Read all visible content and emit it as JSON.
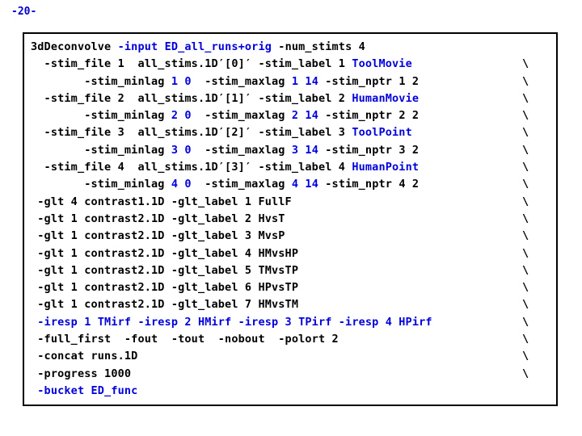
{
  "page": {
    "number_label": "-20-",
    "accent_color": "#0000dd",
    "text_color": "#000000",
    "background_color": "#ffffff"
  },
  "code_block": {
    "continuation_marker": "\\",
    "lines": [
      {
        "has_continuation": false,
        "segments": [
          {
            "t": "3dDeconvolve ",
            "c": "n"
          },
          {
            "t": "-input ED_all_runs+orig",
            "c": "k"
          },
          {
            "t": " -num_stimts 4",
            "c": "n"
          }
        ]
      },
      {
        "has_continuation": true,
        "segments": [
          {
            "t": "  -stim_file 1  all_stims.1D′[0]′ -stim_label 1 ",
            "c": "n"
          },
          {
            "t": "ToolMovie",
            "c": "k"
          }
        ]
      },
      {
        "has_continuation": true,
        "segments": [
          {
            "t": "        -stim_minlag ",
            "c": "n"
          },
          {
            "t": "1 0",
            "c": "k"
          },
          {
            "t": "  -stim_maxlag ",
            "c": "n"
          },
          {
            "t": "1 14",
            "c": "k"
          },
          {
            "t": " -stim_nptr 1 2",
            "c": "n"
          }
        ]
      },
      {
        "has_continuation": true,
        "segments": [
          {
            "t": "  -stim_file 2  all_stims.1D′[1]′ -stim_label 2 ",
            "c": "n"
          },
          {
            "t": "HumanMovie",
            "c": "k"
          }
        ]
      },
      {
        "has_continuation": true,
        "segments": [
          {
            "t": "        -stim_minlag ",
            "c": "n"
          },
          {
            "t": "2 0",
            "c": "k"
          },
          {
            "t": "  -stim_maxlag ",
            "c": "n"
          },
          {
            "t": "2 14",
            "c": "k"
          },
          {
            "t": " -stim_nptr 2 2",
            "c": "n"
          }
        ]
      },
      {
        "has_continuation": true,
        "segments": [
          {
            "t": "  -stim_file 3  all_stims.1D′[2]′ -stim_label 3 ",
            "c": "n"
          },
          {
            "t": "ToolPoint",
            "c": "k"
          }
        ]
      },
      {
        "has_continuation": true,
        "segments": [
          {
            "t": "        -stim_minlag ",
            "c": "n"
          },
          {
            "t": "3 0",
            "c": "k"
          },
          {
            "t": "  -stim_maxlag ",
            "c": "n"
          },
          {
            "t": "3 14",
            "c": "k"
          },
          {
            "t": " -stim_nptr 3 2",
            "c": "n"
          }
        ]
      },
      {
        "has_continuation": true,
        "segments": [
          {
            "t": "  -stim_file 4  all_stims.1D′[3]′ -stim_label 4 ",
            "c": "n"
          },
          {
            "t": "HumanPoint",
            "c": "k"
          }
        ]
      },
      {
        "has_continuation": true,
        "segments": [
          {
            "t": "        -stim_minlag ",
            "c": "n"
          },
          {
            "t": "4 0",
            "c": "k"
          },
          {
            "t": "  -stim_maxlag ",
            "c": "n"
          },
          {
            "t": "4 14",
            "c": "k"
          },
          {
            "t": " -stim_nptr 4 2",
            "c": "n"
          }
        ]
      },
      {
        "has_continuation": true,
        "segments": [
          {
            "t": " -glt 4 contrast1.1D -glt_label 1 FullF",
            "c": "n"
          }
        ]
      },
      {
        "has_continuation": true,
        "segments": [
          {
            "t": " -glt 1 contrast2.1D -glt_label 2 HvsT",
            "c": "n"
          }
        ]
      },
      {
        "has_continuation": true,
        "segments": [
          {
            "t": " -glt 1 contrast2.1D -glt_label 3 MvsP",
            "c": "n"
          }
        ]
      },
      {
        "has_continuation": true,
        "segments": [
          {
            "t": " -glt 1 contrast2.1D -glt_label 4 HMvsHP",
            "c": "n"
          }
        ]
      },
      {
        "has_continuation": true,
        "segments": [
          {
            "t": " -glt 1 contrast2.1D -glt_label 5 TMvsTP",
            "c": "n"
          }
        ]
      },
      {
        "has_continuation": true,
        "segments": [
          {
            "t": " -glt 1 contrast2.1D -glt_label 6 HPvsTP",
            "c": "n"
          }
        ]
      },
      {
        "has_continuation": true,
        "segments": [
          {
            "t": " -glt 1 contrast2.1D -glt_label 7 HMvsTM",
            "c": "n"
          }
        ]
      },
      {
        "has_continuation": true,
        "segments": [
          {
            "t": " -iresp 1 TMirf -iresp 2 HMirf -iresp 3 TPirf -iresp 4 HPirf",
            "c": "k"
          }
        ]
      },
      {
        "has_continuation": true,
        "segments": [
          {
            "t": " -full_first  -fout  -tout  -nobout  -polort 2",
            "c": "n"
          }
        ]
      },
      {
        "has_continuation": true,
        "segments": [
          {
            "t": " -concat runs.1D",
            "c": "n"
          }
        ]
      },
      {
        "has_continuation": true,
        "segments": [
          {
            "t": " -progress 1000",
            "c": "n"
          }
        ]
      },
      {
        "has_continuation": false,
        "segments": [
          {
            "t": " -bucket ED_func",
            "c": "k"
          }
        ]
      }
    ]
  }
}
